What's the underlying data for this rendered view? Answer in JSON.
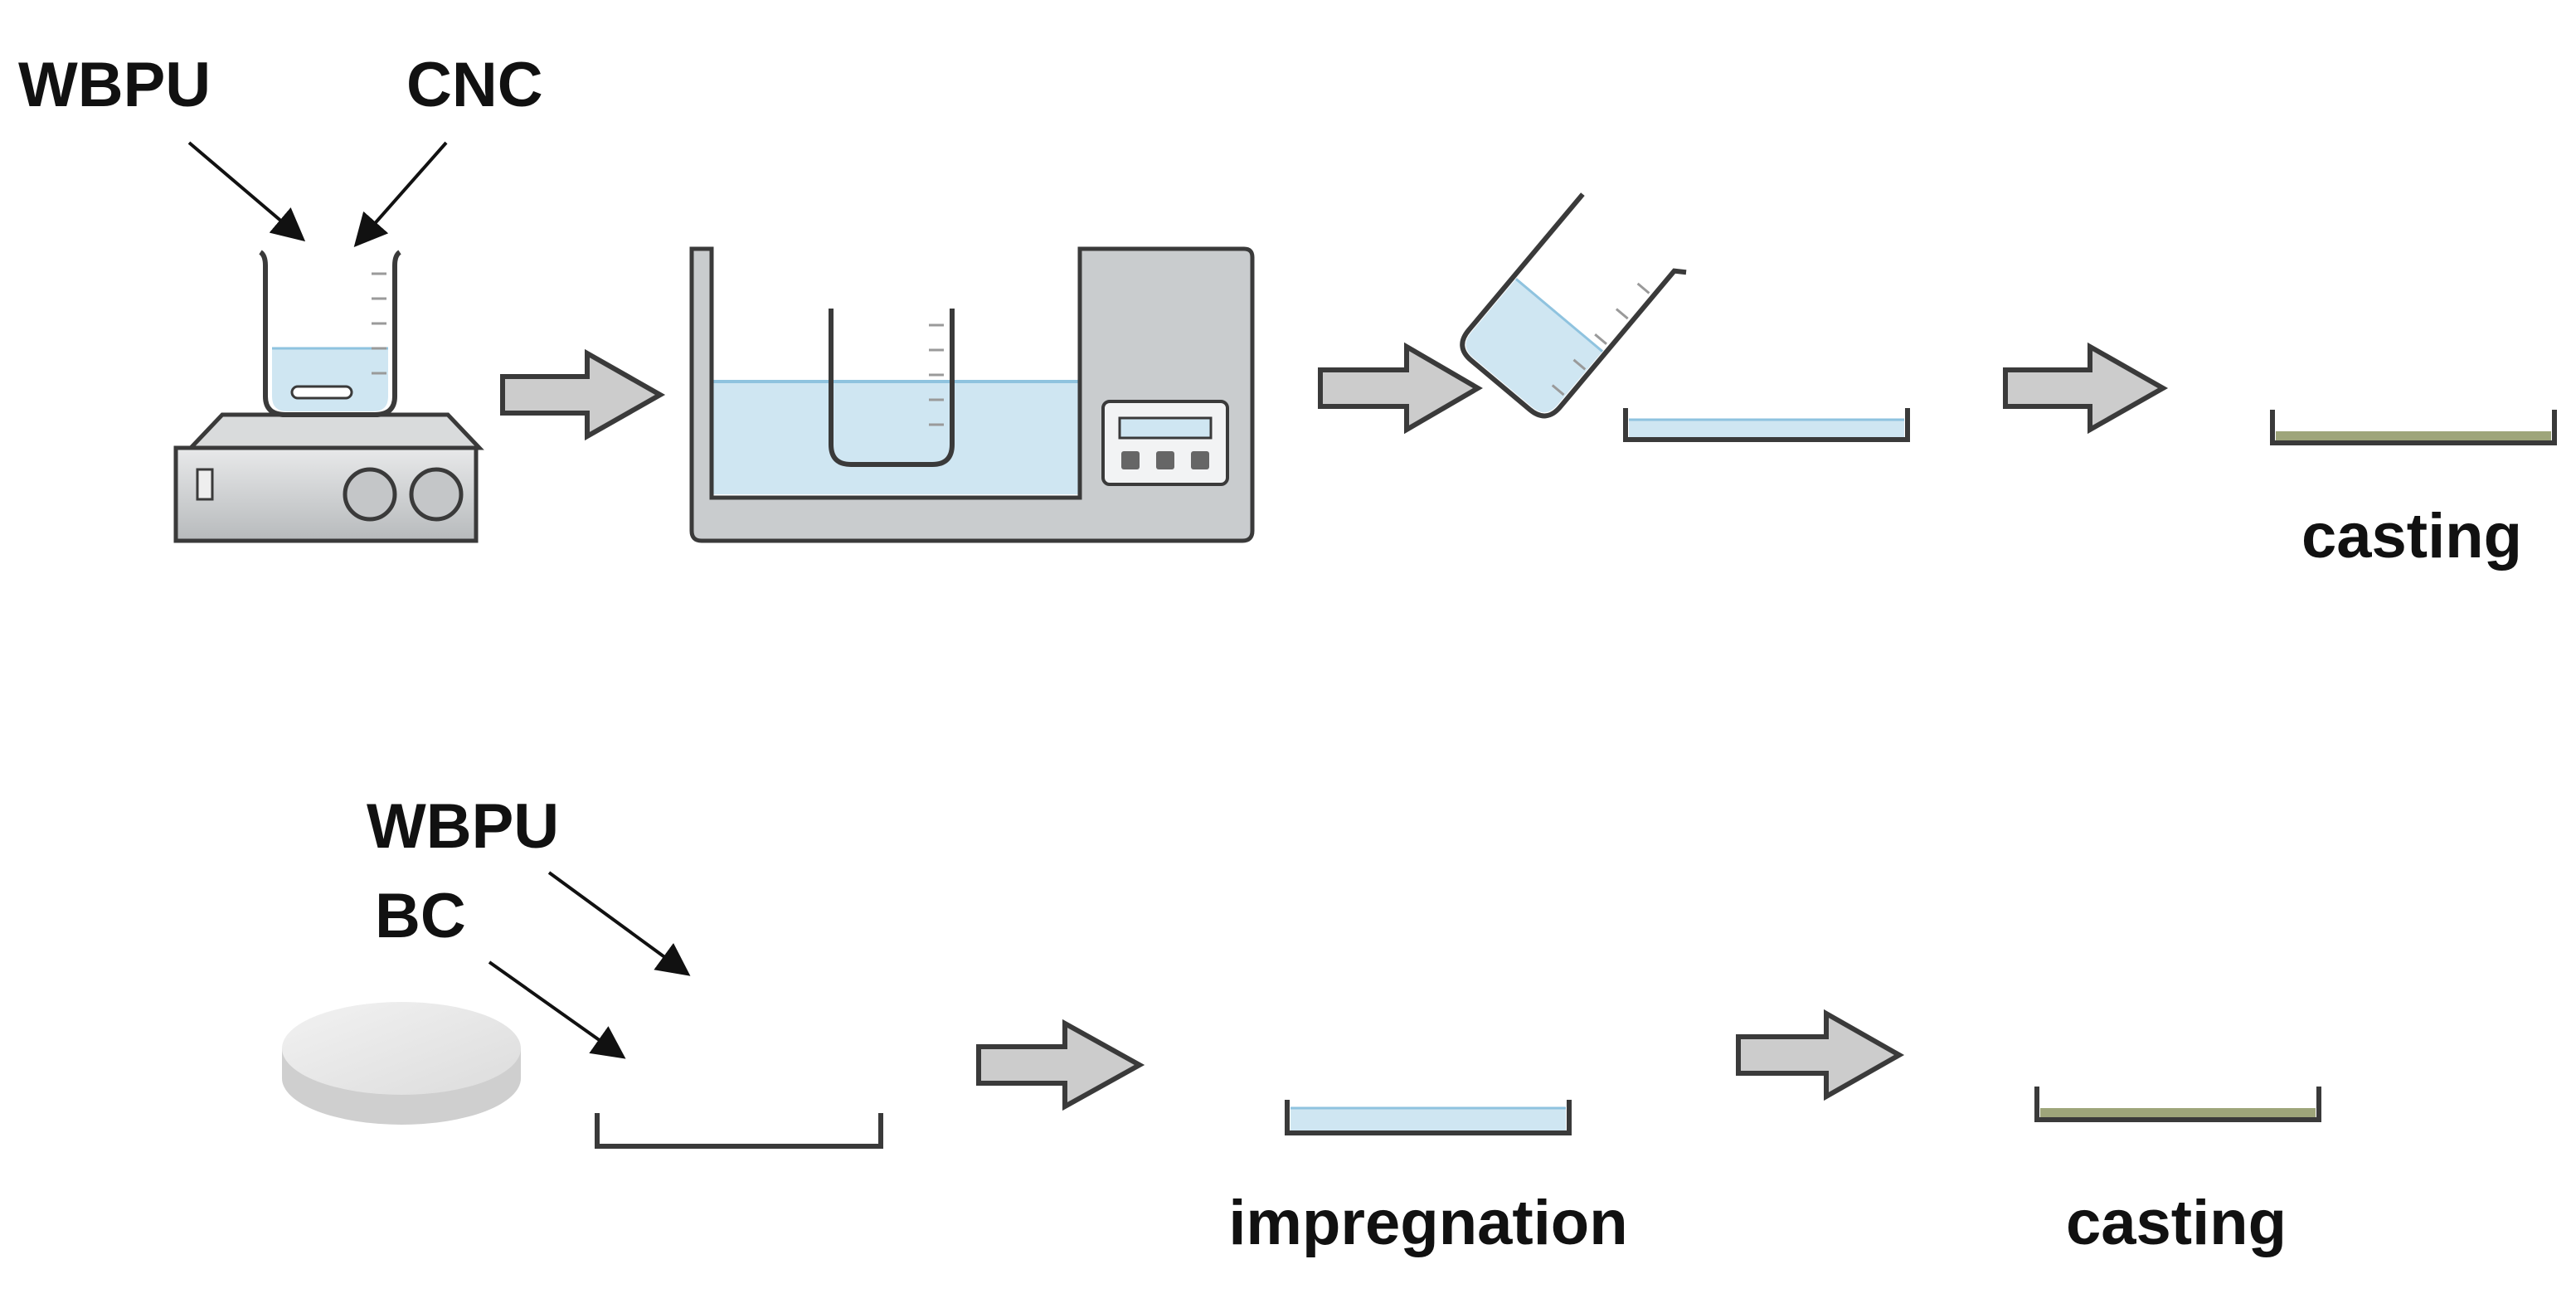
{
  "process_1": {
    "inputs": {
      "left": "WBPU",
      "right": "CNC"
    },
    "step_label": "casting"
  },
  "process_2": {
    "inputs": {
      "top": "WBPU",
      "bottom": "BC"
    },
    "step1_label": "impregnation",
    "step2_label": "casting"
  },
  "colors": {
    "liquid": "#cfe6f2",
    "liquid_line": "#8fc3df",
    "film": "#9ea57a",
    "equipment": "#c9ccce",
    "arrow_fill": "#cccccc",
    "outline": "#3a3a3a"
  }
}
